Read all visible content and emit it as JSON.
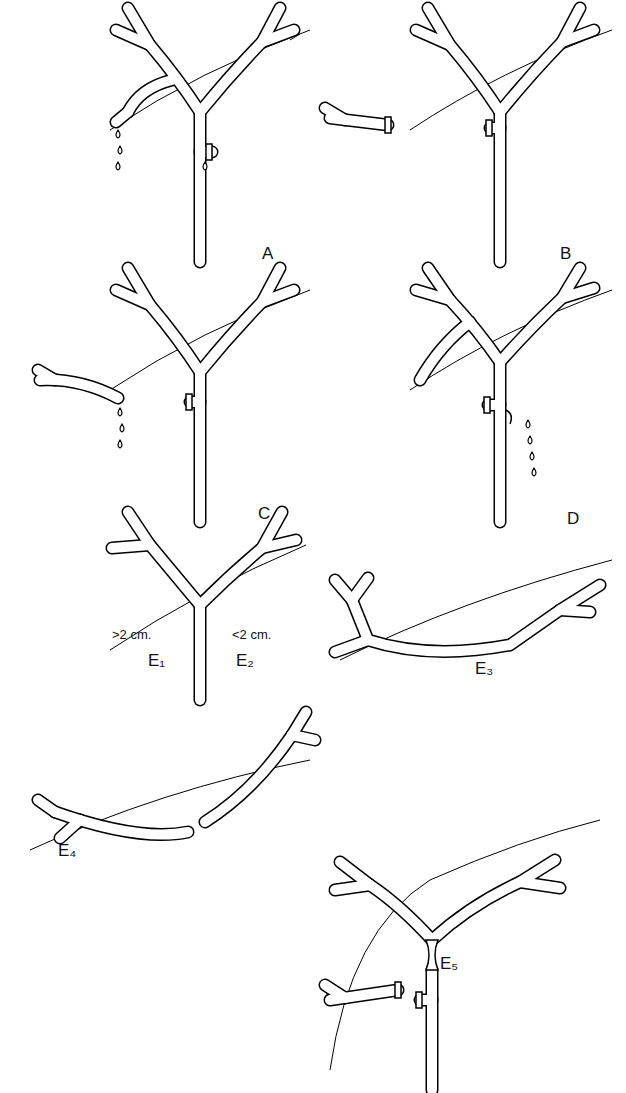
{
  "diagram": {
    "labels": [
      "A",
      "B",
      "C",
      "D",
      ">2 cm.",
      "<2 cm.",
      "E₁",
      "E₂",
      "E₃",
      "E₄",
      "E₅"
    ]
  }
}
